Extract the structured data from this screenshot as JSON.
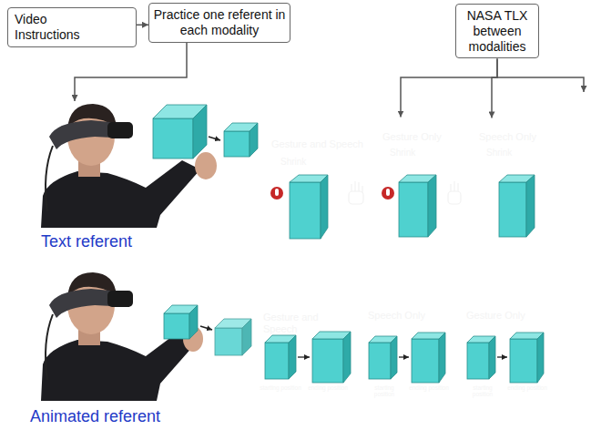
{
  "diagram": {
    "nodes": [
      {
        "text": [
          "Video Instructions"
        ]
      },
      {
        "text": [
          "Practice one referent in each modality"
        ]
      },
      {
        "text": [
          "NASA TLX between modalities"
        ]
      },
      {
        "text": [
          "Gesture and Speech",
          "Shrink"
        ]
      },
      {
        "text": [
          "Gesture Only",
          "Shrink"
        ]
      },
      {
        "text": [
          "Speech Only",
          "Shrink"
        ]
      },
      {
        "text": [
          "Gesture and Speech",
          "starting position",
          "ending position"
        ]
      },
      {
        "text": [
          "Speech Only",
          "starting position",
          "ending position"
        ]
      },
      {
        "text": [
          "Gesture Only",
          "starting position",
          "ending position"
        ]
      }
    ],
    "edges": [
      {
        "from": 0,
        "to": 1,
        "arrow": "to"
      },
      {
        "from": 2,
        "to": 4,
        "arrow": "to"
      },
      {
        "from": 2,
        "to": 5,
        "arrow": "to"
      }
    ],
    "labels": [
      "Text referent",
      "Animated referent"
    ]
  }
}
